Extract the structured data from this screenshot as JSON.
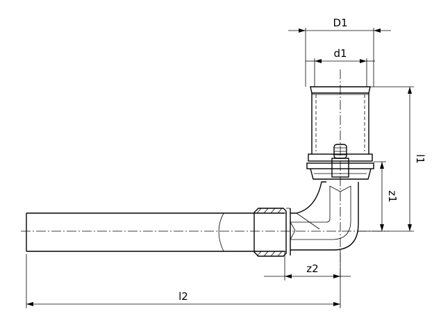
{
  "drawing": {
    "title": "Press elbow fitting with pipe",
    "dimensions": {
      "D1": "D1",
      "d1": "d1",
      "l1": "l1",
      "z1": "z1",
      "z2": "z2",
      "l2": "l2"
    }
  }
}
